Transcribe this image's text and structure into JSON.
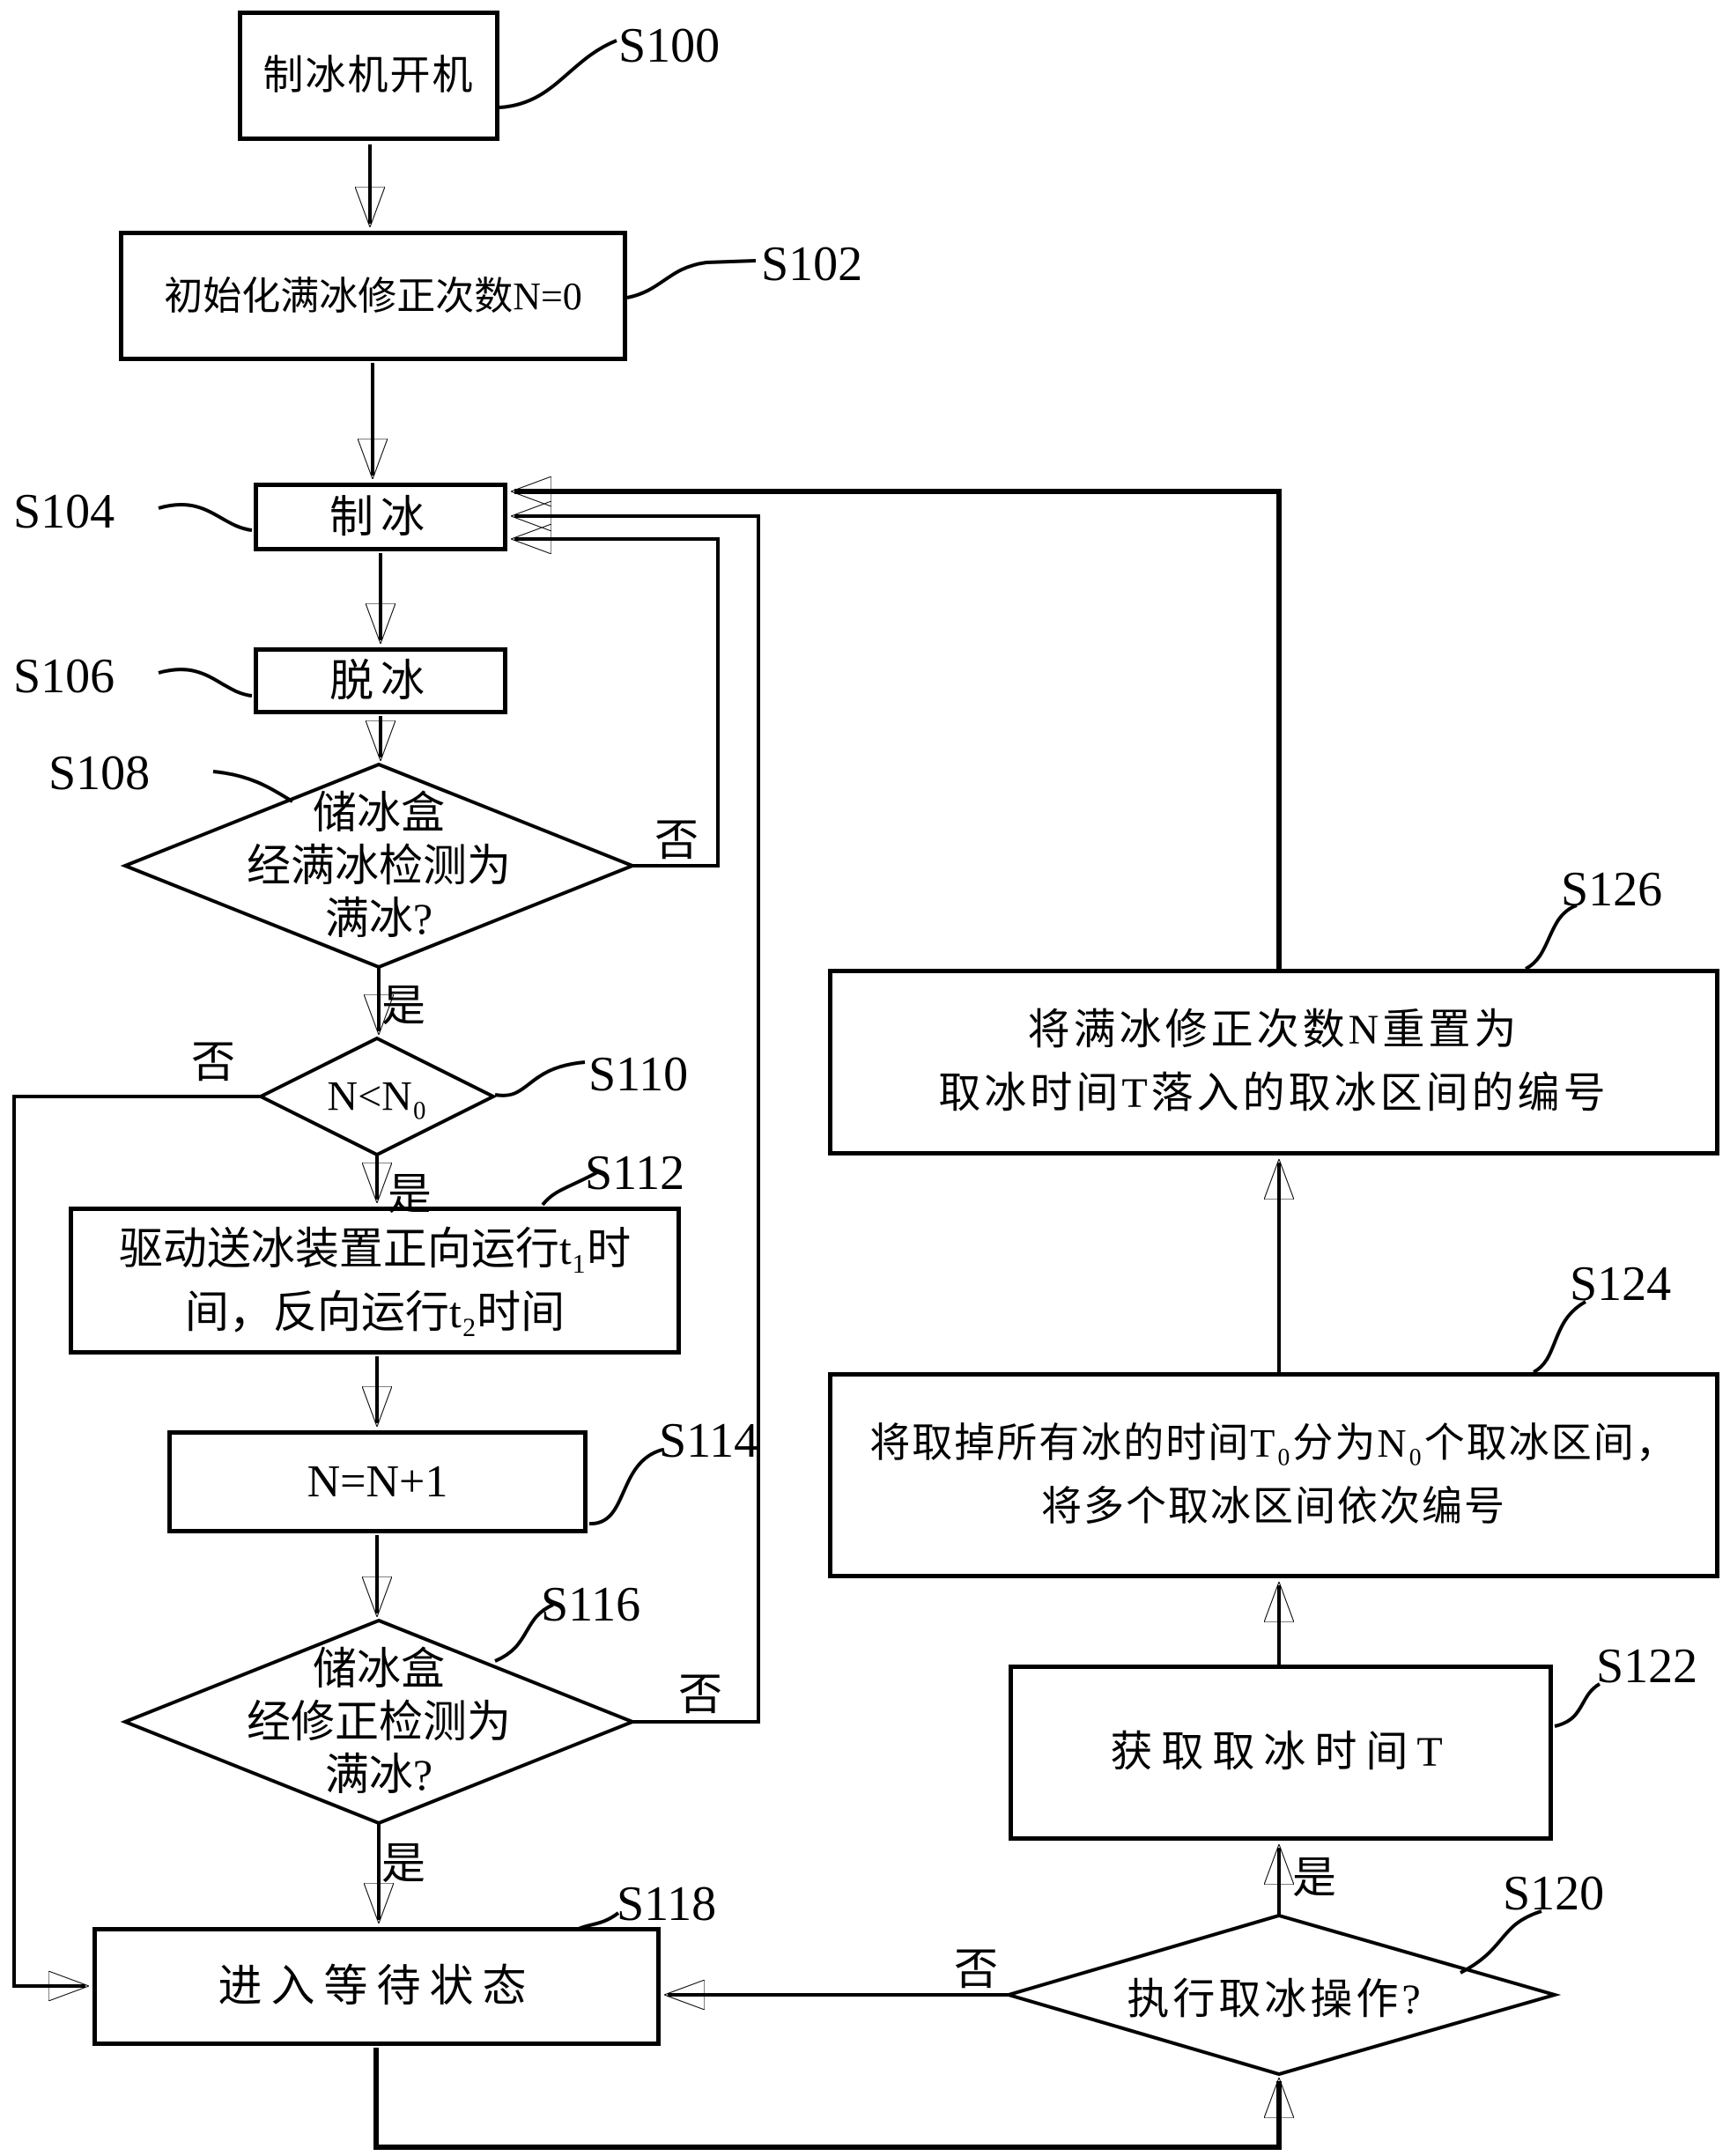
{
  "labels": {
    "yes": "是",
    "no": "否"
  },
  "nodes": {
    "s100": {
      "code": "S100",
      "text": "制冰机开机"
    },
    "s102": {
      "code": "S102",
      "text": "初始化满冰修正次数N=0"
    },
    "s104": {
      "code": "S104",
      "text": "制冰"
    },
    "s106": {
      "code": "S106",
      "text": "脱冰"
    },
    "s108": {
      "code": "S108",
      "text": "储冰盒\n经满冰检测为\n满冰?"
    },
    "s110": {
      "code": "S110",
      "text": "N<N₀"
    },
    "s112": {
      "code": "S112",
      "text": "驱动送冰装置正向运行t₁时\n间，反向运行t₂时间"
    },
    "s114": {
      "code": "S114",
      "text": "N=N+1"
    },
    "s116": {
      "code": "S116",
      "text": "储冰盒\n经修正检测为\n满冰?"
    },
    "s118": {
      "code": "S118",
      "text": "进入等待状态"
    },
    "s120": {
      "code": "S120",
      "text": "执行取冰操作?"
    },
    "s122": {
      "code": "S122",
      "text": "获取取冰时间T"
    },
    "s124": {
      "code": "S124",
      "text": "将取掉所有冰的时间T₀分为N₀个取冰区间，\n将多个取冰区间依次编号"
    },
    "s126": {
      "code": "S126",
      "text": "将满冰修正次数N重置为\n取冰时间T落入的取冰区间的编号"
    }
  },
  "colors": {
    "ink": "#000000",
    "background": "#ffffff"
  }
}
